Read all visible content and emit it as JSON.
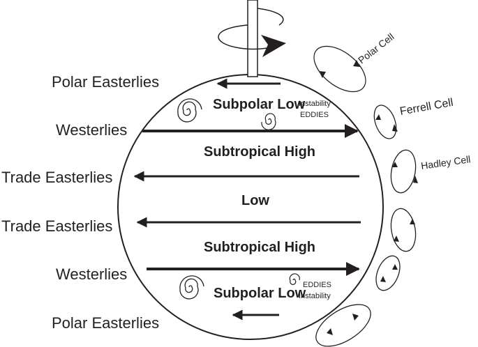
{
  "left_labels": {
    "polar_top": "Polar Easterlies",
    "westerlies_top": "Westerlies",
    "trade_top": "Trade Easterlies",
    "trade_bottom": "Trade Easterlies",
    "westerlies_bottom": "Westerlies",
    "polar_bottom": "Polar Easterlies"
  },
  "zones": {
    "subpolar_low_top": "Subpolar Low",
    "subtropical_high_top": "Subtropical High",
    "low": "Low",
    "subtropical_high_bottom": "Subtropical High",
    "subpolar_low_bottom": "Subpolar Low"
  },
  "eddy_labels": {
    "top_instability": "Instability",
    "top_eddies": "EDDIES",
    "bottom_eddies": "EDDIES",
    "bottom_instability": "Instability"
  },
  "cells": {
    "polar": "Polar Cell",
    "ferrell": "Ferrell Cell",
    "hadley": "Hadley Cell"
  },
  "colors": {
    "ink": "#231f20",
    "background": "#ffffff"
  }
}
